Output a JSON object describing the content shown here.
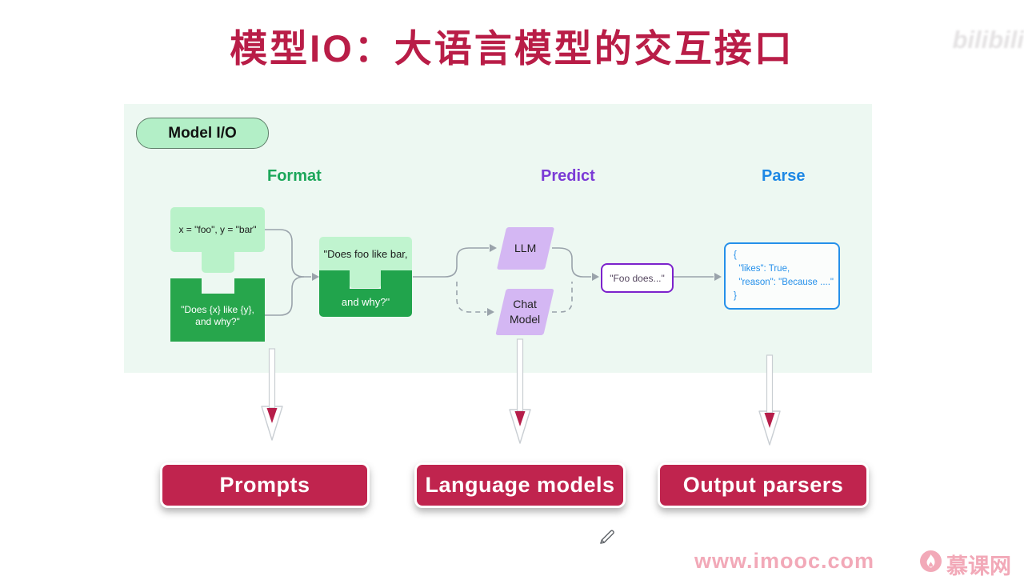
{
  "title": "模型IO：大语言模型的交互接口",
  "header_watermark": "bilibili",
  "panel": {
    "badge": "Model I/O",
    "stage_labels": {
      "format": "Format",
      "predict": "Predict",
      "parse": "Parse"
    },
    "variables_piece": "x = \"foo\", y = \"bar\"",
    "template_piece": {
      "line1": "\"Does {x} like {y},",
      "line2": "and why?\""
    },
    "formatted_prompt": {
      "line1": "\"Does foo like bar,",
      "line2": "and why?\""
    },
    "llm_node": "LLM",
    "chat_model_node": {
      "line1": "Chat",
      "line2": "Model"
    },
    "completion": "\"Foo does...\"",
    "parsed_output": {
      "line1": "{",
      "line2": "  \"likes\": True,",
      "line3": "  \"reason\": \"Because ....\"",
      "line4": "}"
    }
  },
  "buttons": {
    "prompts": "Prompts",
    "language_models": "Language models",
    "output_parsers": "Output parsers"
  },
  "footer": {
    "site": "www.imooc.com",
    "brand": "慕课网"
  },
  "colors": {
    "title": "#b91d47",
    "button": "#c0244e",
    "panel_bg": "#edf8f2",
    "light_green": "#b9f2c9",
    "dark_green": "#27a64c",
    "format_label": "#1ca75a",
    "predict_label": "#7b3bd6",
    "parse_label": "#1e88e5",
    "model_purple": "#d4b7f3",
    "completion_border": "#7c22cc",
    "parse_border": "#2590ea",
    "connector": "#9aa3ab",
    "arrow_accent": "#b61e4a",
    "watermark_pink": "#f2a9b8"
  }
}
